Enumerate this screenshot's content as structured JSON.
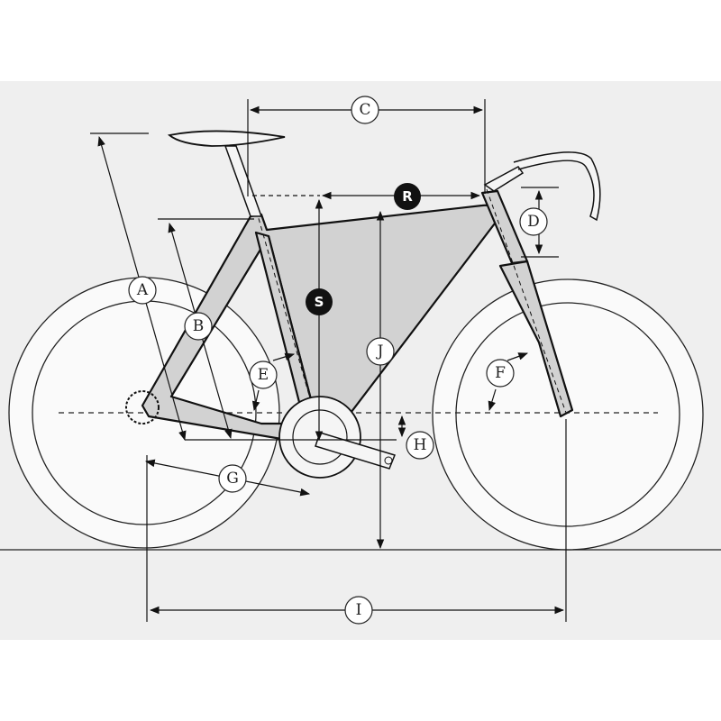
{
  "diagram": {
    "title": "Road bike frame geometry",
    "labels": {
      "A": "A",
      "B": "B",
      "C": "C",
      "D": "D",
      "E": "E",
      "F": "F",
      "G": "G",
      "H": "H",
      "I": "I",
      "J": "J",
      "R": "R",
      "S": "S"
    },
    "colors": {
      "background": "#eeeeee",
      "frame": "#d2d2d2",
      "line": "#1a1a1a",
      "badge": "#111111"
    }
  }
}
